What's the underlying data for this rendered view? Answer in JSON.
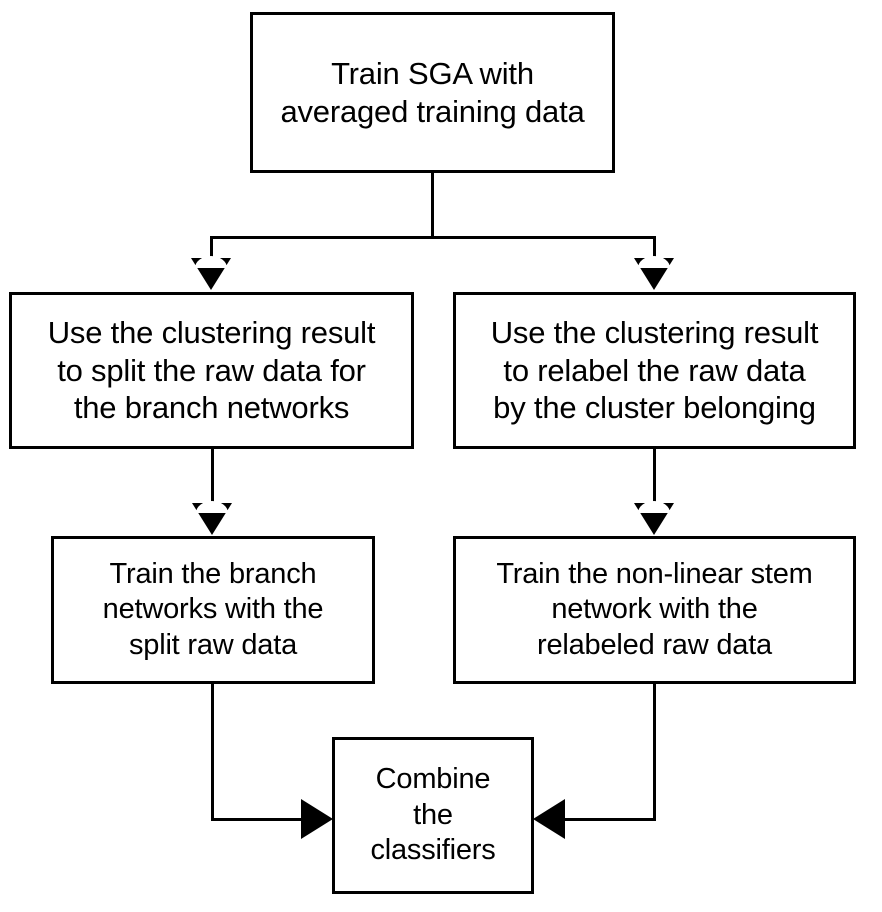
{
  "diagram": {
    "title": "Training pipeline flowchart",
    "background_color": "#ffffff",
    "stroke_color": "#000000",
    "nodes": [
      {
        "id": "train-sga",
        "text": "Train SGA with\naveraged training data"
      },
      {
        "id": "split-raw-data",
        "text": "Use the clustering result\nto split the raw data for\nthe branch networks"
      },
      {
        "id": "relabel-raw-data",
        "text": "Use the clustering result\nto relabel the raw data\nby the cluster belonging"
      },
      {
        "id": "train-branch",
        "text": "Train the branch\nnetworks with the\nsplit raw data"
      },
      {
        "id": "train-stem",
        "text": "Train the non-linear stem\nnetwork with the\nrelabeled raw data"
      },
      {
        "id": "combine",
        "text": "Combine\nthe\nclassifiers"
      }
    ],
    "edges": [
      {
        "id": "fork-left",
        "from": "train-sga",
        "to": "split-raw-data",
        "arrow": "down"
      },
      {
        "id": "fork-right",
        "from": "train-sga",
        "to": "relabel-raw-data",
        "arrow": "down"
      },
      {
        "id": "left-down",
        "from": "split-raw-data",
        "to": "train-branch",
        "arrow": "down"
      },
      {
        "id": "right-down",
        "from": "relabel-raw-data",
        "to": "train-stem",
        "arrow": "down"
      },
      {
        "id": "combine-left",
        "from": "train-branch",
        "to": "combine",
        "arrow": "right"
      },
      {
        "id": "combine-right",
        "from": "train-stem",
        "to": "combine",
        "arrow": "left"
      }
    ]
  }
}
